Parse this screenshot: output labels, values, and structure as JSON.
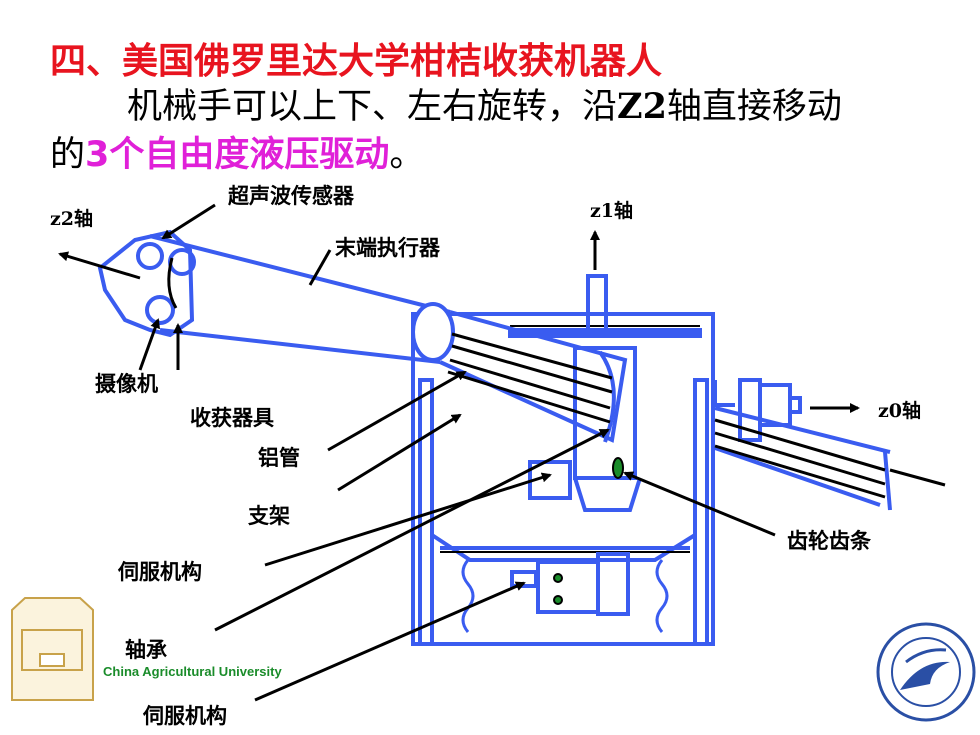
{
  "heading": "四、美国佛罗里达大学柑桔收获机器人",
  "desc_line1_a": "机械手可以上下、左右旋转，沿",
  "desc_line1_b": "Z2",
  "desc_line1_c": "轴直接移动",
  "desc_line2_a": "的",
  "desc_line2_b": "3个自由度液压驱动",
  "desc_line2_c": "。",
  "labels": {
    "ultrasonic_sensor": "超声波传感器",
    "z2_axis": "z2轴",
    "z1_axis": "z1轴",
    "end_effector": "末端执行器",
    "camera": "摄像机",
    "harvest_tool": "收获器具",
    "aluminum_tube": "铝管",
    "bracket": "支架",
    "servo_1": "伺服机构",
    "bearing": "轴承",
    "servo_2": "伺服机构",
    "z0_axis": "z0轴",
    "gear_rack": "齿轮齿条"
  },
  "university_name": "China Agricultural University",
  "colors": {
    "title_red": "#e8141f",
    "highlight_magenta": "#e020d8",
    "diagram_blue": "#3a5cf0",
    "cau_green": "#1a8c2a"
  }
}
